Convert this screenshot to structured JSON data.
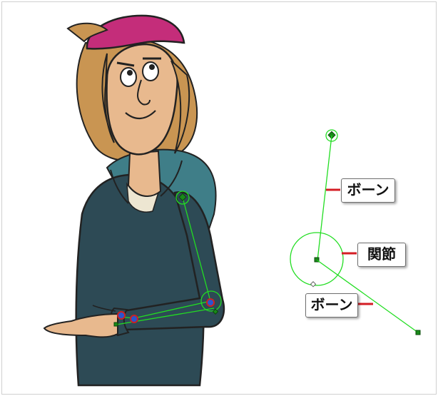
{
  "labels": {
    "bone_top": "ボーン",
    "joint": "関節",
    "bone_bottom": "ボーン"
  },
  "colors": {
    "rig_green": "#22dd22",
    "pointer_red": "#d41d24",
    "hoodie": "#2d4a55",
    "hoodie_light": "#3f7e88",
    "hair": "#c99552",
    "skin": "#e8b98e",
    "cap": "#c42d7a"
  },
  "icons": [
    "joint-circle-icon",
    "bone-end-handle-icon"
  ]
}
